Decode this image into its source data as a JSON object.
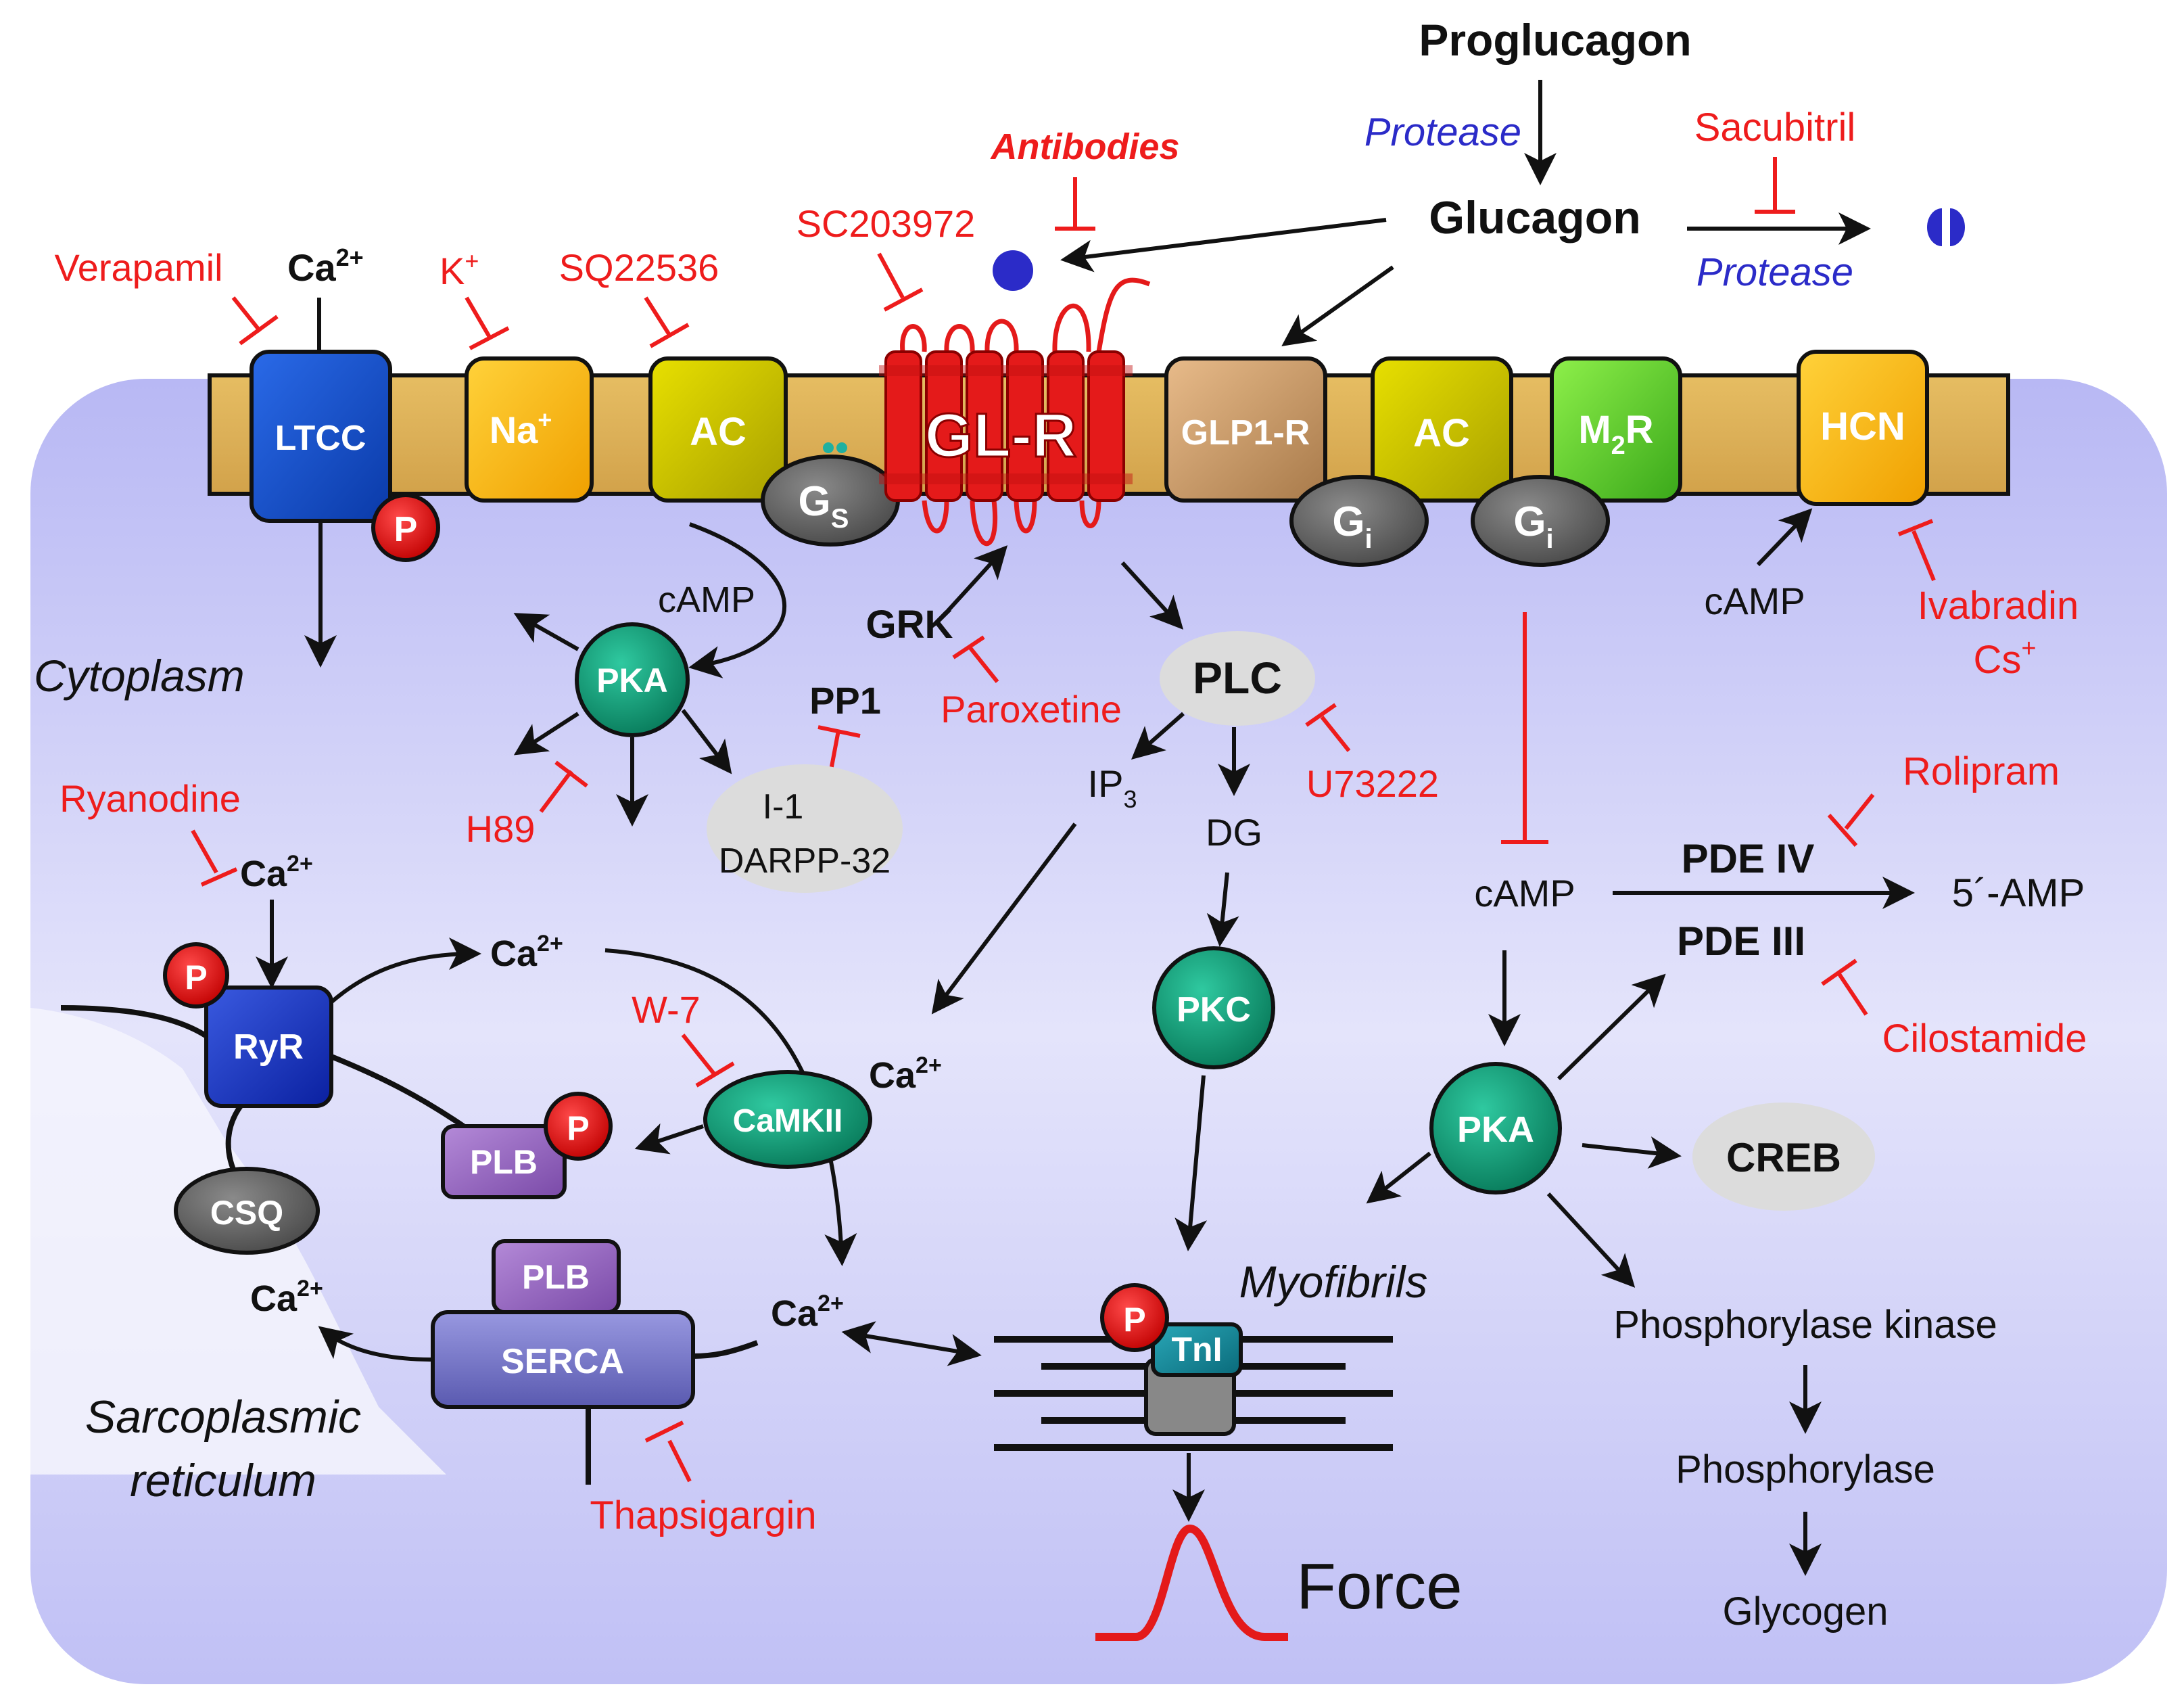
{
  "source": {
    "proglucagon": "Proglucagon",
    "protease_top": "Protease",
    "glucagon": "Glucagon",
    "protease_right": "Protease",
    "sacubitril": "Sacubitril",
    "antibodies": "Antibodies"
  },
  "inhibitors": {
    "verapamil": "Verapamil",
    "k_ion": "K",
    "k_sup": "+",
    "sq22536": "SQ22536",
    "sc203972": "SC203972",
    "paroxetine": "Paroxetine",
    "h89": "H89",
    "u73222": "U73222",
    "ryanodine": "Ryanodine",
    "w7": "W-7",
    "thapsigargin": "Thapsigargin",
    "ivabradin": "Ivabradin",
    "cs": "Cs",
    "cs_sup": "+",
    "rolipram": "Rolipram",
    "cilostamide": "Cilostamide"
  },
  "membrane": {
    "ltcc": "LTCC",
    "na": "Na",
    "na_sup": "+",
    "ac1": "AC",
    "gs": "G",
    "gs_sub": "S",
    "glr": "GL-R",
    "glp1r": "GLP1-R",
    "ac2": "AC",
    "gi1": "G",
    "gi1_sub": "i",
    "m2r": "M",
    "m2r_sub": "2",
    "m2r_end": "R",
    "gi2": "G",
    "gi2_sub": "i",
    "hcn": "HCN",
    "p": "P",
    "ca_base": "Ca",
    "ca_sup": "2+"
  },
  "cytoplasm": {
    "cytoplasm_label": "Cytoplasm",
    "camp_left": "cAMP",
    "pka_left": "PKA",
    "grk": "GRK",
    "pp1": "PP1",
    "i1": "I-1",
    "darpp": "DARPP-32",
    "plc": "PLC",
    "ip3": "IP",
    "ip3_sub": "3",
    "dg": "DG",
    "pkc": "PKC",
    "camp_hcn": "cAMP",
    "camp_right": "cAMP",
    "pde4": "PDE IV",
    "pde3": "PDE III",
    "amp": "5´-AMP",
    "pka_right": "PKA",
    "creb": "CREB",
    "phos_kinase": "Phosphorylase kinase",
    "phosphorylase": "Phosphorylase",
    "glycogen": "Glycogen"
  },
  "sr": {
    "ryr": "RyR",
    "csq": "CSQ",
    "plb1": "PLB",
    "plb2": "PLB",
    "serca": "SERCA",
    "camkii": "CaMKII",
    "sr_label_1": "Sarcoplasmic",
    "sr_label_2": "reticulum"
  },
  "myofibrils": {
    "label": "Myofibrils",
    "tni": "TnI",
    "force": "Force"
  },
  "colors": {
    "membrane": "#d9a84a",
    "cytoplasm": "#c8c8f8",
    "inhibitor": "#ee1c1c",
    "protease": "#2b2bc8",
    "receptor": "#e41a1a",
    "kinase": "#0e8c6a"
  }
}
